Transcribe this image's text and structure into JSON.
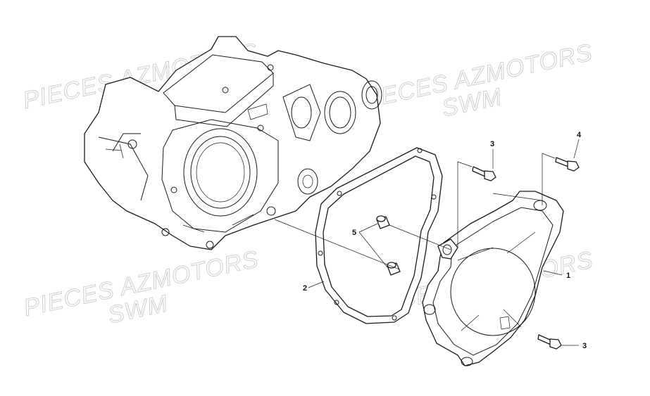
{
  "watermark": {
    "line1": "PIECES AZMOTORS",
    "line2": "SWM"
  },
  "callouts": {
    "c1": "1",
    "c2": "2",
    "c3a": "3",
    "c3b": "3",
    "c4": "4",
    "c5": "5"
  }
}
